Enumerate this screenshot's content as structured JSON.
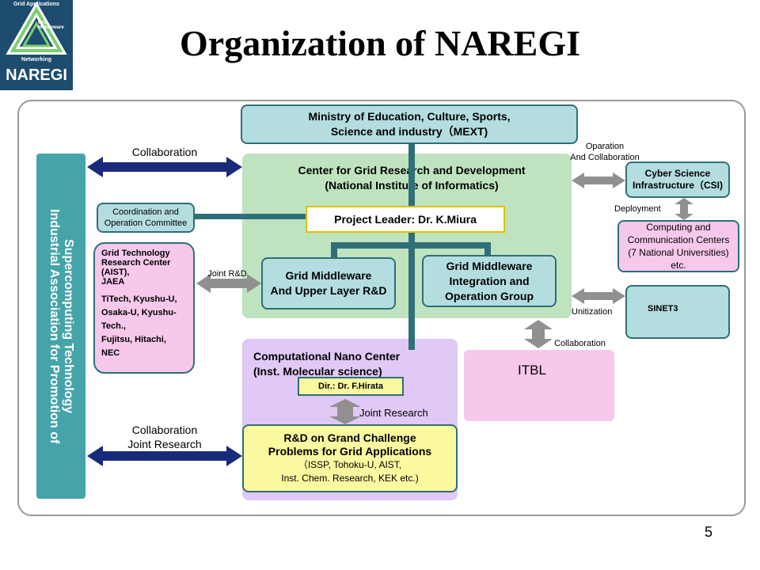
{
  "title": "Organization of NAREGI",
  "page_number": "5",
  "logo": {
    "top_text": "Grid Applications",
    "right_text": "Grid Middleware",
    "bottom_text": "Networking",
    "name": "NAREGI"
  },
  "mext": {
    "line1": "Ministry of Education, Culture, Sports,",
    "line2": "Science and industry（MEXT)"
  },
  "center": {
    "line1": "Center for Grid Research and Development",
    "line2": "(National Institute of Informatics)"
  },
  "project_leader": "Project Leader: Dr. K.Miura",
  "mw_upper": {
    "line1": "Grid Middleware",
    "line2": "And Upper Layer R&D"
  },
  "mw_integration": {
    "line1": "Grid Middleware",
    "line2": "Integration and",
    "line3": "Operation Group"
  },
  "coordination": {
    "line1": "Coordination and",
    "line2": "Operation Committee"
  },
  "industrial": {
    "line1": "Industrial Association for Promotion of",
    "line2": "Supercomputing Technology"
  },
  "collab_top": "Collaboration",
  "collab_bottom": {
    "line1": "Collaboration",
    "line2": "Joint Research"
  },
  "joint_rd": "Joint R&D",
  "grid_tech": {
    "line1": "Grid Technology",
    "line2": "Research Center",
    "line3": "(AIST),",
    "line4": "JAEA",
    "line5": "TiTech, Kyushu-U,",
    "line6": "Osaka-U, Kyushu-",
    "line7": "Tech.,",
    "line8": "Fujitsu, Hitachi,",
    "line9": "NEC"
  },
  "nano": {
    "line1": "Computational Nano Center",
    "line2": "(Inst. Molecular science)"
  },
  "dir": "Dir.: Dr. F.Hirata",
  "joint_research": "Joint Research",
  "rd_grand": {
    "line1": "R&D on Grand Challenge",
    "line2": "Problems for Grid Applications",
    "line3": "（ISSP, Tohoku-U, AIST,",
    "line4": "Inst. Chem. Research, KEK etc.)"
  },
  "itbl": "ITBL",
  "collab_itbl": "Collaboration",
  "operation": {
    "line1": "Oparation",
    "line2": "And Collaboration"
  },
  "csi": {
    "line1": "Cyber Science",
    "line2": "Infrastructure（CSI)"
  },
  "deployment": "Deployment",
  "computing": {
    "line1": "Computing and",
    "line2": "Communication Centers",
    "line3": "(7 National Universities)",
    "line4": "etc."
  },
  "unitization": "Unitization",
  "sinet": "SINET3"
}
